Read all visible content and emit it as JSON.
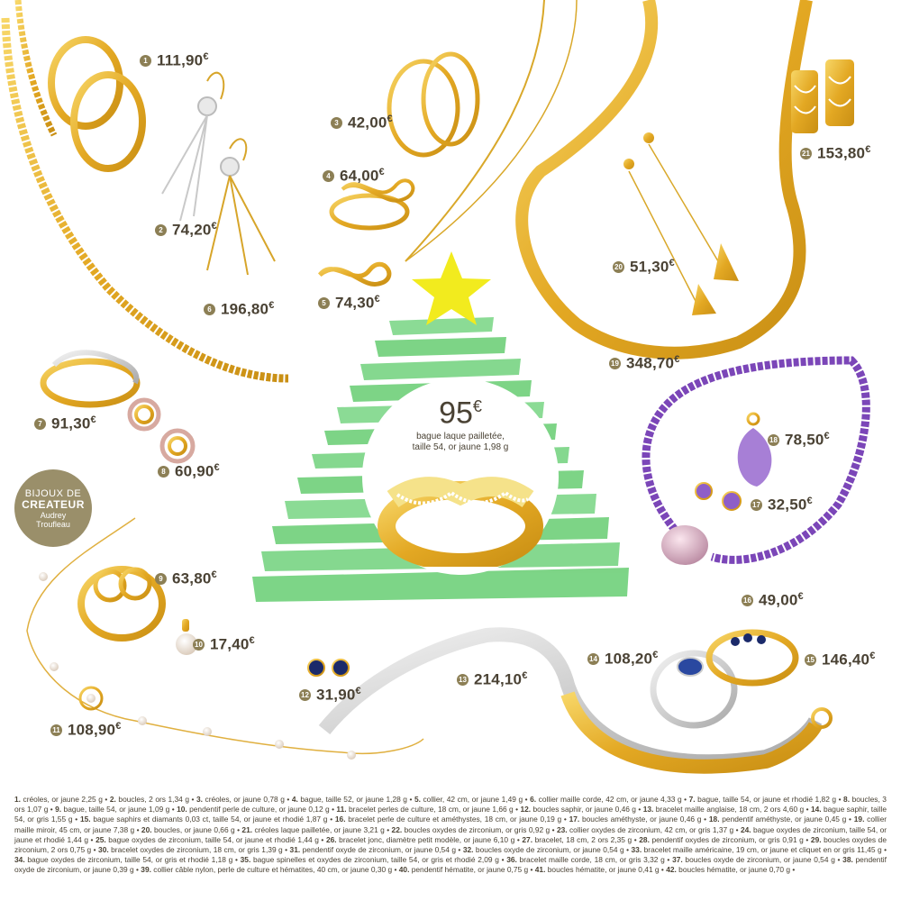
{
  "colors": {
    "gold": "#e8b92e",
    "green": "#6fd07a",
    "amethyst": "#7b46b8",
    "badge": "#9a8f6a"
  },
  "prices": [
    {
      "n": "1",
      "amount": "111,90",
      "currency": "€"
    },
    {
      "n": "2",
      "amount": "74,20",
      "currency": "€"
    },
    {
      "n": "3",
      "amount": "42,00",
      "currency": "€"
    },
    {
      "n": "4",
      "amount": "64,00",
      "currency": "€"
    },
    {
      "n": "5",
      "amount": "74,30",
      "currency": "€"
    },
    {
      "n": "6",
      "amount": "196,80",
      "currency": "€"
    },
    {
      "n": "7",
      "amount": "91,30",
      "currency": "€"
    },
    {
      "n": "8",
      "amount": "60,90",
      "currency": "€"
    },
    {
      "n": "9",
      "amount": "63,80",
      "currency": "€"
    },
    {
      "n": "10",
      "amount": "17,40",
      "currency": "€"
    },
    {
      "n": "11",
      "amount": "108,90",
      "currency": "€"
    },
    {
      "n": "12",
      "amount": "31,90",
      "currency": "€"
    },
    {
      "n": "13",
      "amount": "214,10",
      "currency": "€"
    },
    {
      "n": "14",
      "amount": "108,20",
      "currency": "€"
    },
    {
      "n": "15",
      "amount": "146,40",
      "currency": "€"
    },
    {
      "n": "16",
      "amount": "49,00",
      "currency": "€"
    },
    {
      "n": "17",
      "amount": "32,50",
      "currency": "€"
    },
    {
      "n": "18",
      "amount": "78,50",
      "currency": "€"
    },
    {
      "n": "19",
      "amount": "348,70",
      "currency": "€"
    },
    {
      "n": "20",
      "amount": "51,30",
      "currency": "€"
    },
    {
      "n": "21",
      "amount": "153,80",
      "currency": "€"
    }
  ],
  "featured": {
    "price": "95",
    "currency": "€",
    "desc1": "bague laque pailletée,",
    "desc2": "taille 54, or jaune 1,98 g"
  },
  "badge": {
    "line1": "BIJOUX DE",
    "line2": "CREATEUR",
    "line3": "Audrey",
    "line4": "Troufleau"
  },
  "footer": [
    {
      "n": "1.",
      "t": " créoles, or jaune 2,25 g • "
    },
    {
      "n": "2.",
      "t": " boucles, 2 ors 1,34 g • "
    },
    {
      "n": "3.",
      "t": " créoles, or jaune 0,78 g • "
    },
    {
      "n": "4.",
      "t": " bague, taille 52, or jaune 1,28 g • "
    },
    {
      "n": "5.",
      "t": " collier, 42 cm, or jaune 1,49 g • "
    },
    {
      "n": "6.",
      "t": " collier maille corde, 42 cm, or jaune 4,33 g • "
    },
    {
      "n": "7.",
      "t": " bague, taille 54, or jaune et rhodié 1,82 g • "
    },
    {
      "n": "8.",
      "t": " boucles, 3 ors 1,07 g • "
    },
    {
      "n": "9.",
      "t": " bague, taille 54, or jaune 1,09 g • "
    },
    {
      "n": "10.",
      "t": " pendentif perle de culture, or jaune 0,12 g • "
    },
    {
      "n": "11.",
      "t": " bracelet perles de culture, 18 cm, or jaune 1,66 g • "
    },
    {
      "n": "12.",
      "t": " boucles saphir, or jaune 0,46 g • "
    },
    {
      "n": "13.",
      "t": " bracelet maille anglaise, 18 cm, 2 ors 4,60 g • "
    },
    {
      "n": "14.",
      "t": " bague saphir, taille 54, or gris 1,55 g • "
    },
    {
      "n": "15.",
      "t": " bague saphirs et diamants 0,03 ct, taille 54, or jaune et rhodié 1,87 g • "
    },
    {
      "n": "16.",
      "t": " bracelet perle de culture et améthystes, 18 cm, or jaune 0,19 g • "
    },
    {
      "n": "17.",
      "t": " boucles améthyste, or jaune 0,46 g • "
    },
    {
      "n": "18.",
      "t": " pendentif améthyste, or jaune 0,45 g • "
    },
    {
      "n": "19.",
      "t": " collier maille miroir, 45 cm, or jaune 7,38 g • "
    },
    {
      "n": "20.",
      "t": " boucles, or jaune 0,66 g • "
    },
    {
      "n": "21.",
      "t": " créoles laque pailletée, or jaune 3,21 g • "
    },
    {
      "n": "22.",
      "t": " boucles oxydes de zirconium, or gris 0,92 g • "
    },
    {
      "n": "23.",
      "t": " collier oxydes de zirconium, 42 cm, or gris 1,37 g • "
    },
    {
      "n": "24.",
      "t": " bague oxydes de zirconium, taille 54, or jaune et rhodié 1,44 g • "
    },
    {
      "n": "25.",
      "t": " bague oxydes de zirconium, taille 54, or jaune et rhodié 1,44 g • "
    },
    {
      "n": "26.",
      "t": " bracelet jonc, diamètre petit modèle, or jaune 6,10 g • "
    },
    {
      "n": "27.",
      "t": " bracelet, 18 cm, 2 ors 2,35 g • "
    },
    {
      "n": "28.",
      "t": " pendentif oxydes de zirconium, or gris 0,91 g • "
    },
    {
      "n": "29.",
      "t": " boucles oxydes de zirconium, 2 ors 0,75 g • "
    },
    {
      "n": "30.",
      "t": " bracelet oxydes de zirconium, 18 cm, or gris 1,39 g • "
    },
    {
      "n": "31.",
      "t": " pendentif oxyde de zirconium, or jaune 0,54 g • "
    },
    {
      "n": "32.",
      "t": " boucles oxyde de zirconium, or jaune 0,54 g • "
    },
    {
      "n": "33.",
      "t": " bracelet maille américaine, 19 cm, or jaune et cliquet en or gris 11,45 g • "
    },
    {
      "n": "34.",
      "t": " bague oxydes de zirconium, taille 54, or gris et rhodié 1,18 g • "
    },
    {
      "n": "35.",
      "t": " bague spinelles et oxydes de zirconium, taille 54, or gris et rhodié 2,09 g • "
    },
    {
      "n": "36.",
      "t": " bracelet maille corde, 18 cm, or gris 3,32 g • "
    },
    {
      "n": "37.",
      "t": " boucles oxyde de zirconium, or jaune 0,54 g • "
    },
    {
      "n": "38.",
      "t": " pendentif oxyde de zirconium, or jaune 0,39 g • "
    },
    {
      "n": "39.",
      "t": " collier câble nylon, perle de culture et hématites, 40 cm, or jaune 0,30 g • "
    },
    {
      "n": "40.",
      "t": " pendentif hématite, or jaune 0,75 g • "
    },
    {
      "n": "41.",
      "t": " boucles hématite, or jaune 0,41 g • "
    },
    {
      "n": "42.",
      "t": " boucles hématite, or jaune 0,70 g •"
    }
  ]
}
